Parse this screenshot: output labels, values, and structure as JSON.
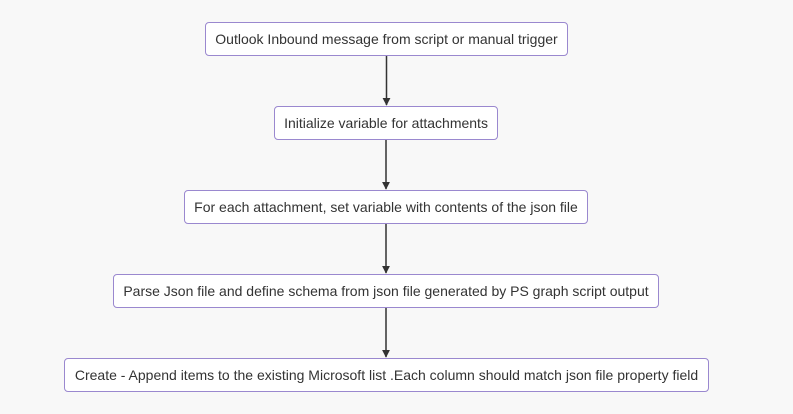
{
  "diagram": {
    "type": "flowchart",
    "direction": "top-to-bottom",
    "colors": {
      "node_border": "#9a88cf",
      "node_fill": "#ffffff",
      "text": "#333333",
      "edge": "#333333",
      "background": "#f8f8f8"
    },
    "nodes": [
      {
        "id": "n0",
        "label": "Outlook Inbound message from script or manual trigger"
      },
      {
        "id": "n1",
        "label": "Initialize variable for attachments"
      },
      {
        "id": "n2",
        "label": "For each attachment, set variable with contents of the json file"
      },
      {
        "id": "n3",
        "label": "Parse Json file and define schema from json file generated by PS graph script output"
      },
      {
        "id": "n4",
        "label": "Create - Append items to the existing Microsoft list .Each column should match json file property field"
      }
    ],
    "edges": [
      {
        "from": "n0",
        "to": "n1"
      },
      {
        "from": "n1",
        "to": "n2"
      },
      {
        "from": "n2",
        "to": "n3"
      },
      {
        "from": "n3",
        "to": "n4"
      }
    ]
  }
}
